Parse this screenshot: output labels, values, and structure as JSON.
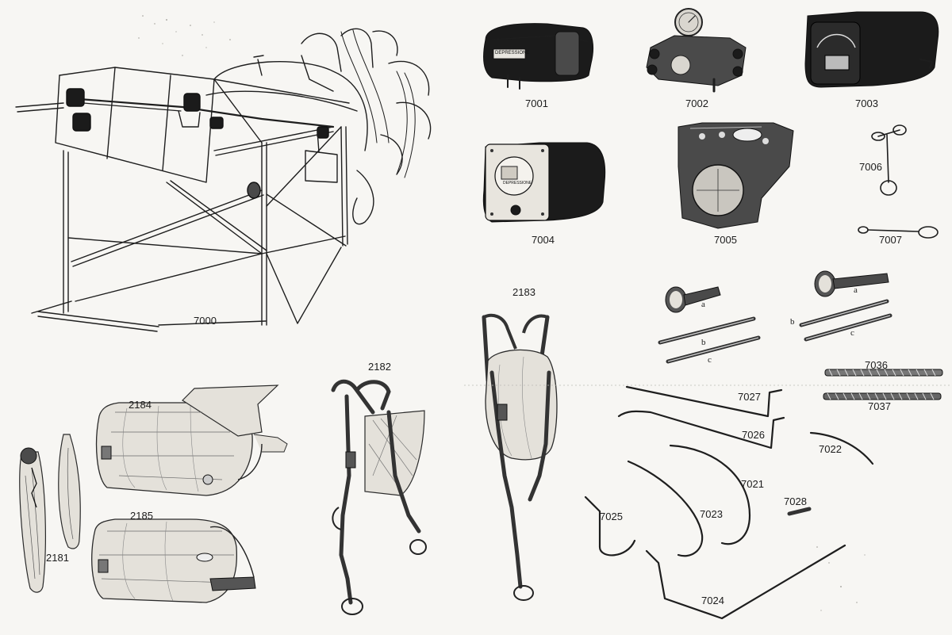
{
  "plate": {
    "items": [
      {
        "id": "7000",
        "label": "7000"
      },
      {
        "id": "7001",
        "label": "7001"
      },
      {
        "id": "7002",
        "label": "7002"
      },
      {
        "id": "7003",
        "label": "7003"
      },
      {
        "id": "7004",
        "label": "7004"
      },
      {
        "id": "7005",
        "label": "7005"
      },
      {
        "id": "7006",
        "label": "7006"
      },
      {
        "id": "7007",
        "label": "7007"
      },
      {
        "id": "2183",
        "label": "2183"
      },
      {
        "id": "2182",
        "label": "2182"
      },
      {
        "id": "2184",
        "label": "2184"
      },
      {
        "id": "2185",
        "label": "2185"
      },
      {
        "id": "2181",
        "label": "2181"
      },
      {
        "id": "7036",
        "label": "7036"
      },
      {
        "id": "7037",
        "label": "7037"
      },
      {
        "id": "7027",
        "label": "7027"
      },
      {
        "id": "7026",
        "label": "7026"
      },
      {
        "id": "7022",
        "label": "7022"
      },
      {
        "id": "7021",
        "label": "7021"
      },
      {
        "id": "7028",
        "label": "7028"
      },
      {
        "id": "7025",
        "label": "7025"
      },
      {
        "id": "7023",
        "label": "7023"
      },
      {
        "id": "7024",
        "label": "7024"
      }
    ],
    "sublabels": {
      "left_a": "a",
      "left_b": "b",
      "left_c": "c",
      "right_a": "a",
      "right_b": "b",
      "right_c": "c"
    },
    "instrument_text": {
      "t7001": "DEPRESSIONE",
      "t7004": "DEPRESSIONE"
    }
  }
}
